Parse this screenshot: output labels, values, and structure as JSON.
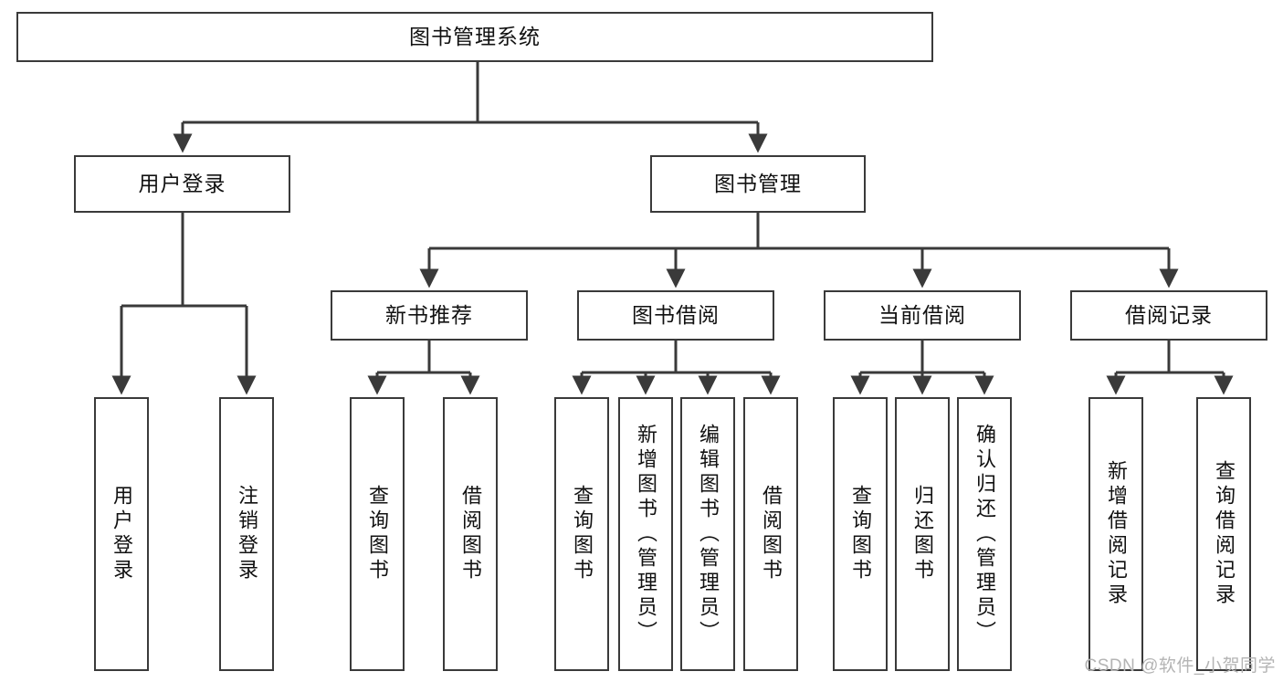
{
  "diagram": {
    "title": "图书管理系统",
    "type": "tree",
    "colors": {
      "box_border": "#3a3a3a",
      "box_fill": "#ffffff",
      "edge": "#3a3a3a",
      "text": "#111111",
      "watermark": "#b4b4b4"
    },
    "watermark": "CSDN @软件_小贺同学",
    "nodes": {
      "root": {
        "label": "图书管理系统"
      },
      "level2": [
        {
          "label": "用户登录"
        },
        {
          "label": "图书管理"
        }
      ],
      "level3": [
        {
          "label": "新书推荐"
        },
        {
          "label": "图书借阅"
        },
        {
          "label": "当前借阅"
        },
        {
          "label": "借阅记录"
        }
      ],
      "leaves_user_login": [
        {
          "label": "用户登录"
        },
        {
          "label": "注销登录"
        }
      ],
      "leaves_new_book": [
        {
          "label": "查询图书"
        },
        {
          "label": "借阅图书"
        }
      ],
      "leaves_borrow": [
        {
          "label": "查询图书"
        },
        {
          "label": "新增图书（管理员）"
        },
        {
          "label": "编辑图书（管理员）"
        },
        {
          "label": "借阅图书"
        }
      ],
      "leaves_current": [
        {
          "label": "查询图书"
        },
        {
          "label": "归还图书"
        },
        {
          "label": "确认归还（管理员）"
        }
      ],
      "leaves_records": [
        {
          "label": "新增借阅记录"
        },
        {
          "label": "查询借阅记录"
        }
      ]
    }
  }
}
